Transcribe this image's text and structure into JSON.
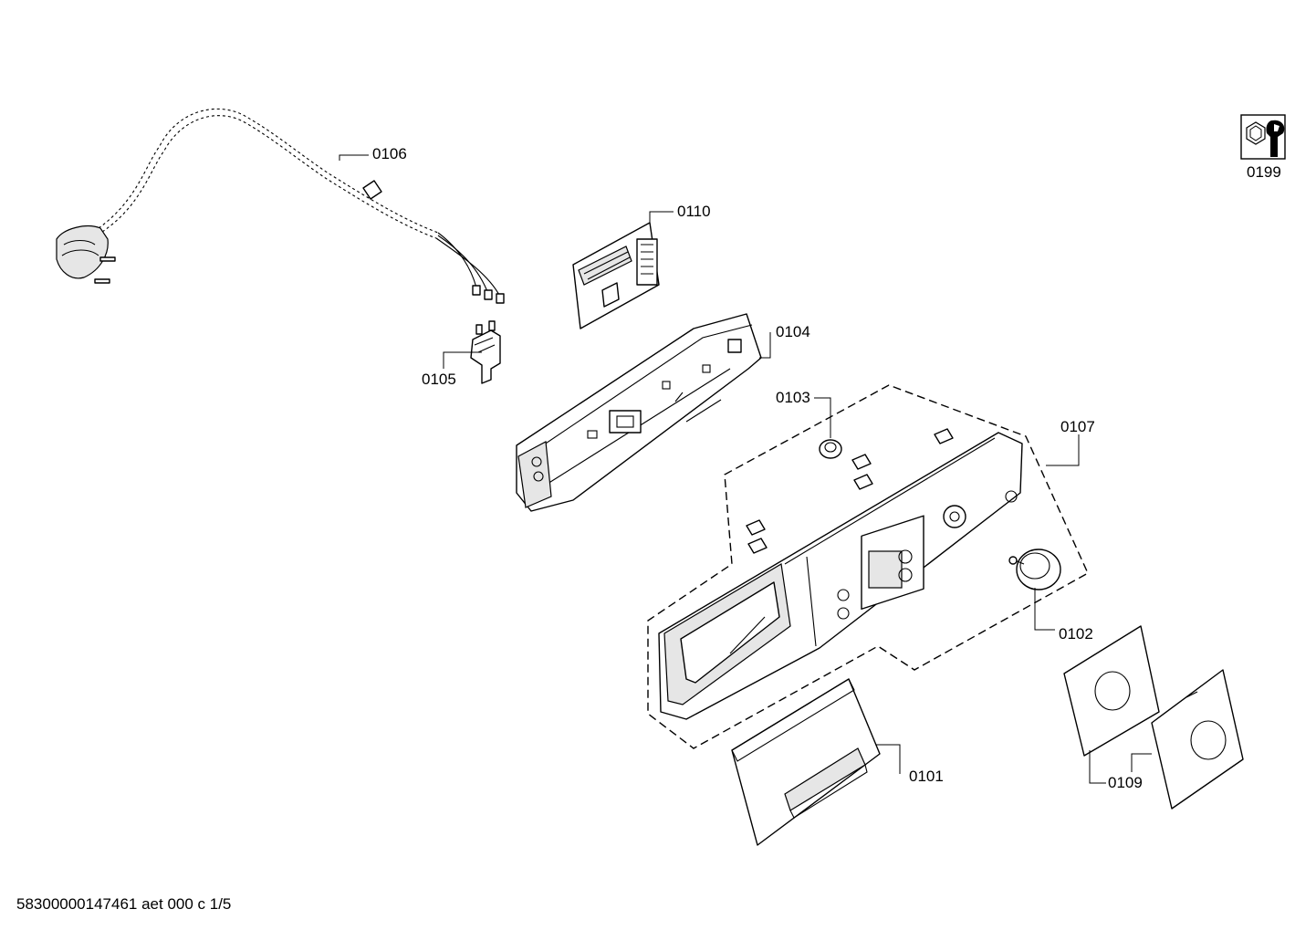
{
  "labels": {
    "p0101": "0101",
    "p0102": "0102",
    "p0103": "0103",
    "p0104": "0104",
    "p0105": "0105",
    "p0106": "0106",
    "p0107": "0107",
    "p0109": "0109",
    "p0110": "0110",
    "p0199": "0199"
  },
  "footer": "58300000147461 aet 000 c 1/5"
}
